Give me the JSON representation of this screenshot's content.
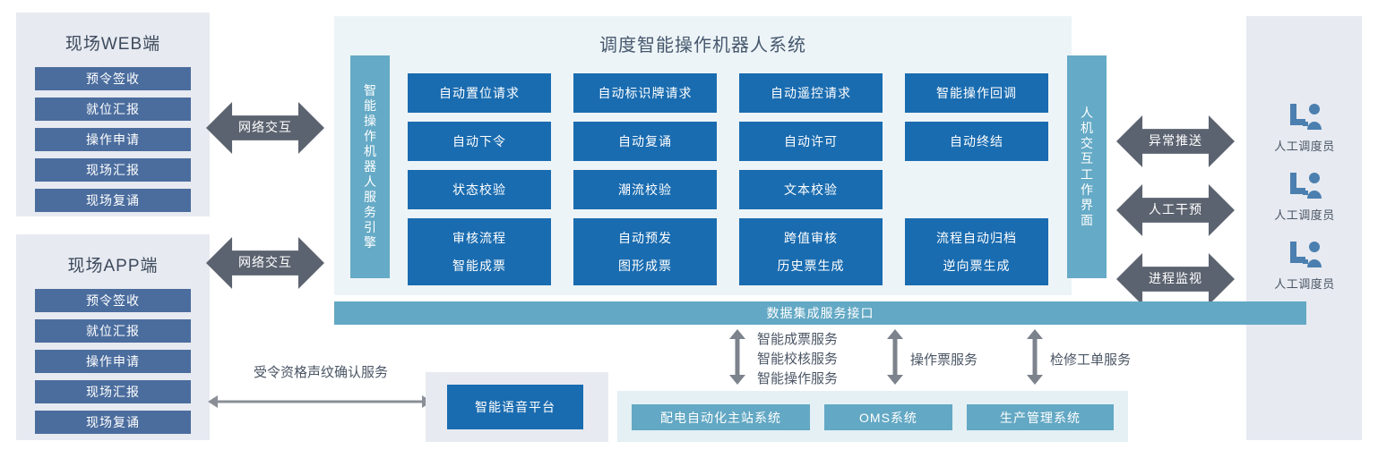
{
  "diagram": {
    "title": "调度智能操作机器人系统"
  },
  "left_clients": [
    {
      "title": "现场WEB端",
      "items": [
        "预令签收",
        "就位汇报",
        "操作申请",
        "现场汇报",
        "现场复诵"
      ]
    },
    {
      "title": "现场APP端",
      "items": [
        "预令签收",
        "就位汇报",
        "操作申请",
        "现场汇报",
        "现场复诵"
      ]
    }
  ],
  "left_arrows": [
    {
      "label": "网络交互"
    },
    {
      "label": "网络交互"
    }
  ],
  "engine_bar": {
    "label": "智能操作机器人服务引擎"
  },
  "interface_bar": {
    "label": "人机交互工作界面"
  },
  "function_grid": {
    "rows": [
      [
        "自动置位请求",
        "自动标识牌请求",
        "自动遥控请求",
        "智能操作回调"
      ],
      [
        "自动下令",
        "自动复诵",
        "自动许可",
        "自动终结"
      ],
      [
        "状态校验",
        "潮流校验",
        "文本校验",
        ""
      ],
      [
        "审核流程",
        "自动预发",
        "跨值审核",
        "流程自动归档"
      ],
      [
        "智能成票",
        "图形成票",
        "历史票生成",
        "逆向票生成"
      ]
    ]
  },
  "right_arrows": [
    {
      "label": "异常推送"
    },
    {
      "label": "人工干预"
    },
    {
      "label": "进程监视"
    }
  ],
  "operators": [
    {
      "icon": "dispatcher-workstation-icon",
      "label": "人工调度员"
    },
    {
      "icon": "dispatcher-workstation-icon",
      "label": "人工调度员"
    },
    {
      "icon": "dispatcher-workstation-icon",
      "label": "人工调度员"
    }
  ],
  "data_bar": {
    "label": "数据集成服务接口"
  },
  "service_links": [
    {
      "label": "智能成票服务\n智能校核服务\n智能操作服务"
    },
    {
      "label": "操作票服务"
    },
    {
      "label": "检修工单服务"
    }
  ],
  "voice": {
    "link_label": "受令资格声纹确认服务",
    "platform_label": "智能语音平台"
  },
  "external_systems": [
    {
      "label": "配电自动化主站系统"
    },
    {
      "label": "OMS系统"
    },
    {
      "label": "生产管理系统"
    }
  ],
  "colors": {
    "primary_blue": "#1a6cb0",
    "teal": "#63a8c4",
    "slate_blue": "#4b6d9e",
    "arrow_grey": "#5c6370",
    "panel_grey": "#e7eaf1",
    "panel_blue": "#edf4f7",
    "panel_cyan": "#e4f0f4",
    "text_dark": "#46586e"
  }
}
